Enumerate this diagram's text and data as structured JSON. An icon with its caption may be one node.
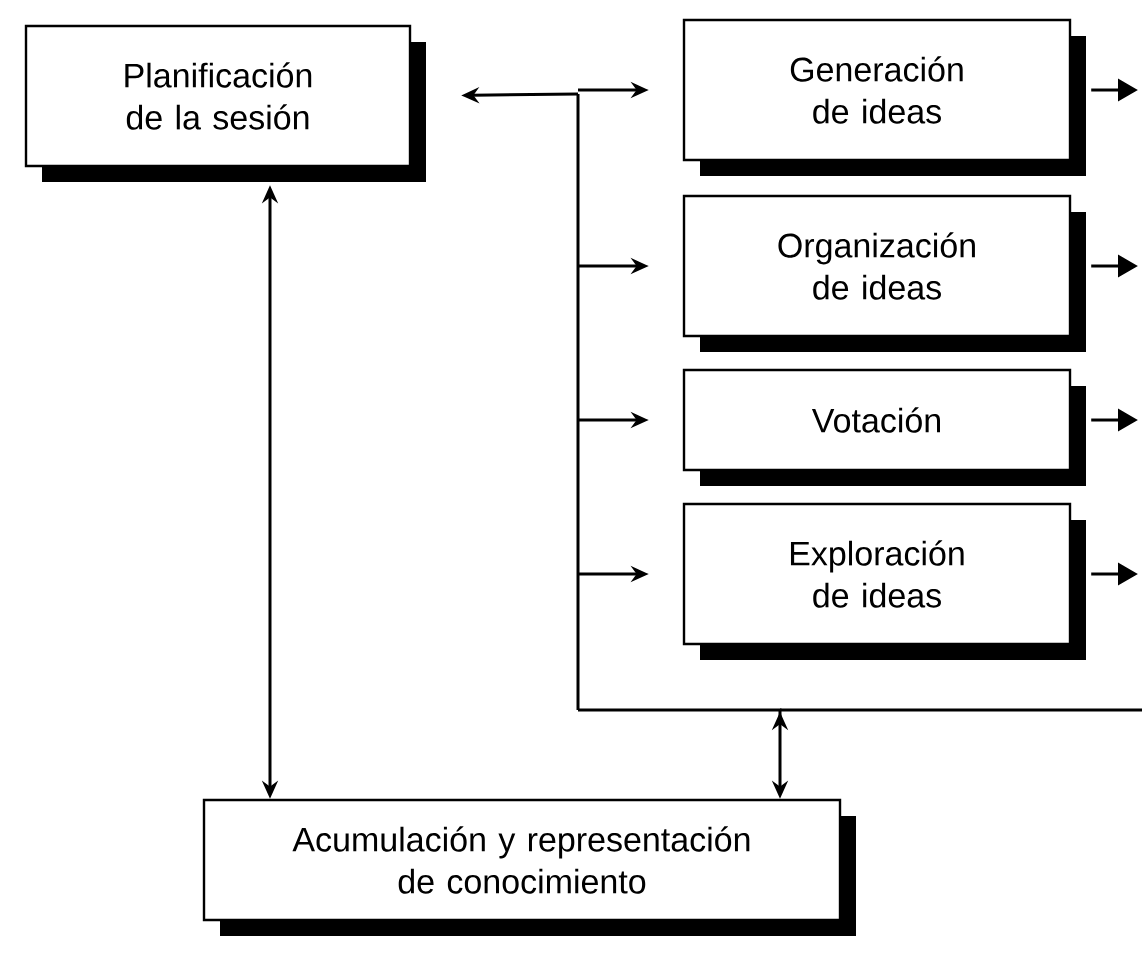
{
  "diagram": {
    "nodes": [
      {
        "text": [
          "Planificación de la sesión"
        ]
      },
      {
        "text": [
          "Generación de ideas"
        ]
      },
      {
        "text": [
          "Organización de ideas"
        ]
      },
      {
        "text": [
          "Votación"
        ]
      },
      {
        "text": [
          "Exploración de ideas"
        ]
      },
      {
        "text": [
          "Acumulación y representación de conocimiento"
        ]
      }
    ],
    "edges": [
      {
        "from": 0,
        "to": 5,
        "arrow": "both"
      },
      {
        "from": 0,
        "to": 1,
        "arrow": "both"
      },
      {
        "from": 0,
        "to": 2,
        "arrow": "both"
      },
      {
        "from": 0,
        "to": 3,
        "arrow": "both"
      },
      {
        "from": 0,
        "to": 4,
        "arrow": "both"
      },
      {
        "from": 5,
        "to": 1,
        "arrow": "both"
      },
      {
        "from": 5,
        "to": 2,
        "arrow": "both"
      },
      {
        "from": 5,
        "to": 3,
        "arrow": "both"
      },
      {
        "from": 5,
        "to": 4,
        "arrow": "both"
      },
      {
        "from": 1,
        "to": null,
        "arrow": "to"
      },
      {
        "from": 2,
        "to": null,
        "arrow": "to"
      },
      {
        "from": 3,
        "to": null,
        "arrow": "to"
      },
      {
        "from": 4,
        "to": null,
        "arrow": "to"
      }
    ]
  }
}
